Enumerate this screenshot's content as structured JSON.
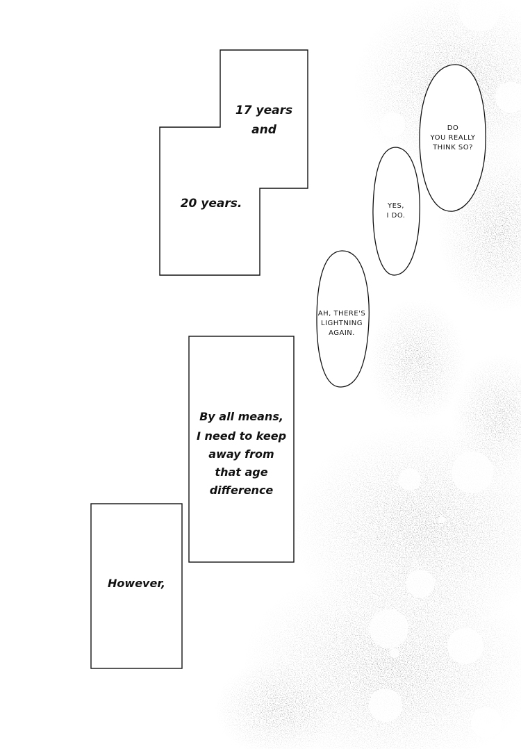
{
  "captions": {
    "years_line1": "17 years",
    "years_line2": "and",
    "years_line3": "20 years.",
    "means_line1": "By all means,",
    "means_line2": "I need to keep",
    "means_line3": "away from",
    "means_line4": "that age",
    "means_line5": "difference",
    "however": "However,"
  },
  "bubbles": {
    "b1_line1": "DO",
    "b1_line2": "YOU REALLY",
    "b1_line3": "THINK SO?",
    "b2_line1": "YES,",
    "b2_line2": "I DO.",
    "b3_line1": "AH, THERE'S",
    "b3_line2": "LIGHTNING",
    "b3_line3": "AGAIN."
  },
  "colors": {
    "ink": "#111111",
    "tone": "#9a9a9a",
    "paper": "#ffffff"
  }
}
